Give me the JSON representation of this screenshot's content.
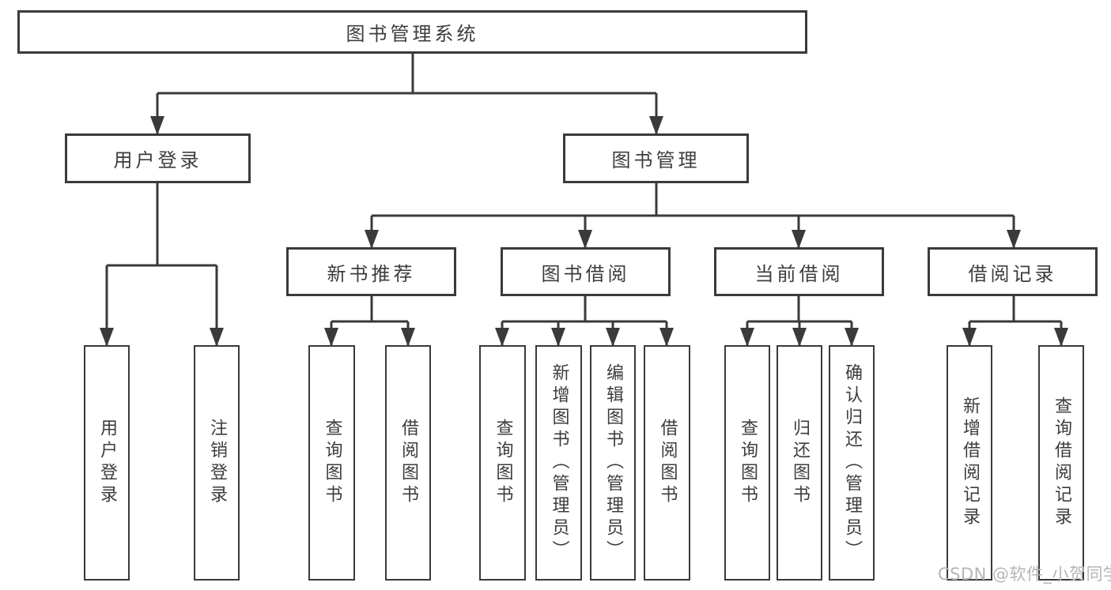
{
  "diagram": {
    "root": {
      "label": "图书管理系统"
    },
    "level2": [
      {
        "label": "用户登录"
      },
      {
        "label": "图书管理"
      }
    ],
    "level3": [
      {
        "label": "新书推荐"
      },
      {
        "label": "图书借阅"
      },
      {
        "label": "当前借阅"
      },
      {
        "label": "借阅记录"
      }
    ],
    "leaves": [
      {
        "label": "用户登录"
      },
      {
        "label": "注销登录"
      },
      {
        "label": "查询图书"
      },
      {
        "label": "借阅图书"
      },
      {
        "label": "查询图书"
      },
      {
        "label": "新增图书（管理员）"
      },
      {
        "label": "编辑图书（管理员）"
      },
      {
        "label": "借阅图书"
      },
      {
        "label": "查询图书"
      },
      {
        "label": "归还图书"
      },
      {
        "label": "确认归还（管理员）"
      },
      {
        "label": "新增借阅记录"
      },
      {
        "label": "查询借阅记录"
      }
    ],
    "colors": {
      "line": "#3a3a3a",
      "text": "#3d3d3d",
      "background": "#ffffff",
      "watermark": "#b5b5b5"
    },
    "watermark": "CSDN @软件_小贺同学"
  }
}
